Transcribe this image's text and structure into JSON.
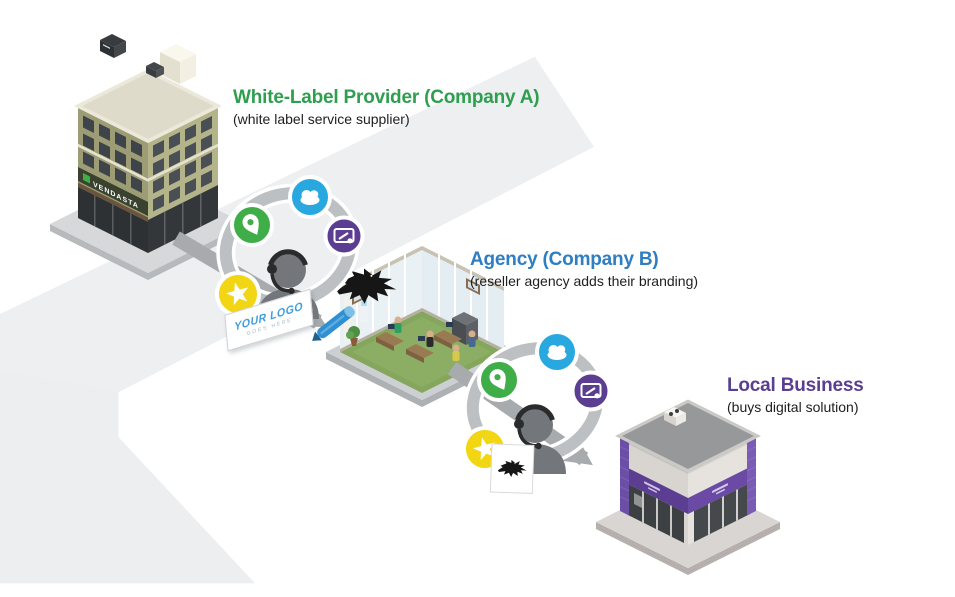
{
  "diagram": {
    "stages": [
      {
        "id": "provider",
        "title": "White-Label Provider (Company A)",
        "subtitle": "(white label service supplier)",
        "title_color": "#2E9E4F",
        "building": "office-tower",
        "building_sign": "VENDASTA"
      },
      {
        "id": "agency",
        "title": "Agency (Company B)",
        "subtitle": "(reseller agency adds their branding)",
        "title_color": "#2E7EC1",
        "building": "open-plan-office",
        "brand_mark": "black-eagle-logo"
      },
      {
        "id": "local-business",
        "title": "Local Business",
        "subtitle": "(buys digital solution)",
        "title_color": "#5A3E8F",
        "building": "storefront-shop"
      }
    ],
    "logo_sign": {
      "line1": "YOUR LOGO",
      "line2": "GOES HERE"
    },
    "service_icons": [
      "location-pin-icon",
      "cloud-social-icon",
      "website-card-icon",
      "star-icon",
      "support-headset-icon",
      "pen-icon"
    ],
    "colors": {
      "icon_green": "#3FAE49",
      "icon_blue": "#29A8E0",
      "icon_purple": "#5B3E91",
      "icon_yellow": "#F2D513",
      "ring_gray": "#BCC0C3",
      "arrow_gray": "#A7ABAE",
      "store_purple": "#5B3E91"
    }
  }
}
